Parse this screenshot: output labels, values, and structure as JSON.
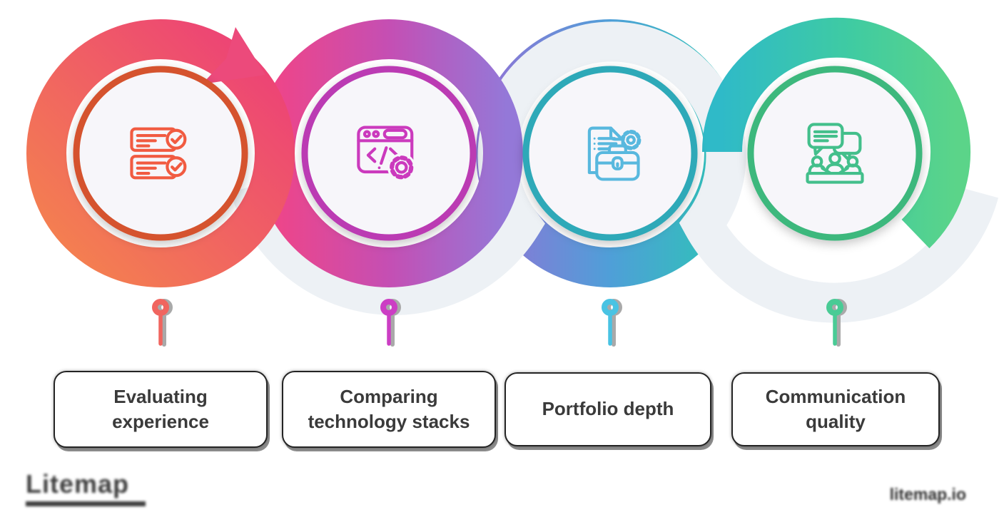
{
  "title": "Freelancer evaluation cycle infographic",
  "steps": [
    {
      "label": "Evaluating experience",
      "icon": "checklist-icon",
      "accent": "#f15b41",
      "ring_border": "#d5522e",
      "pin_color": "#f0655f"
    },
    {
      "label": "Comparing technology stacks",
      "icon": "code-window-gear-icon",
      "accent": "#cb3abd",
      "ring_border": "#bb3ab3",
      "pin_color": "#cc3ec4"
    },
    {
      "label": "Portfolio depth",
      "icon": "portfolio-document-icon",
      "accent": "#58b8de",
      "ring_border": "#2fa9b8",
      "pin_color": "#49c3e3"
    },
    {
      "label": "Communication quality",
      "icon": "meeting-chat-icon",
      "accent": "#43bf8b",
      "ring_border": "#3db87d",
      "pin_color": "#49cb95"
    }
  ],
  "ribbon_colors": {
    "ring1_gradient": [
      "#f4814f",
      "#ec3f78"
    ],
    "ring2_gradient": [
      "#ee4589",
      "#9478d8"
    ],
    "ring3_gradient": [
      "#8b77d6",
      "#4f9fd8",
      "#2ec3b7"
    ],
    "ring4_gradient": [
      "#2fbac8",
      "#5bd489"
    ],
    "pale_ribbon": "#edf1f5",
    "disc_fill": "#f7f6fa",
    "arrow_fill": "#ec4a7b"
  },
  "footer": {
    "logo_text": "Litemap",
    "credit_text": "litemap.io"
  }
}
